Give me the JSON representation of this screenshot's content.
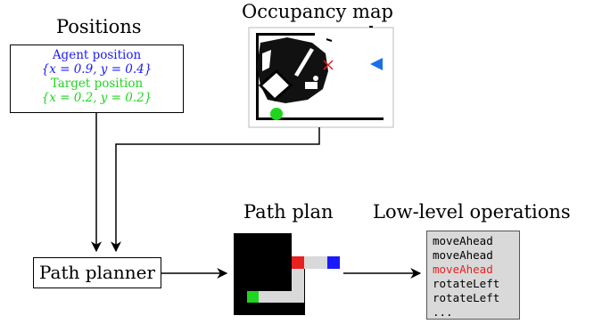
{
  "positions": {
    "title": "Positions",
    "agent_label": "Agent position",
    "agent_value": "{x = 0.9, y = 0.4}",
    "target_label": "Target position",
    "target_value": "{x = 0.2, y = 0.2}"
  },
  "occupancy_map": {
    "title": "Occupancy map"
  },
  "path_plan": {
    "title": "Path plan"
  },
  "path_planner": {
    "label": "Path planner"
  },
  "low_level": {
    "title": "Low-level operations",
    "operations": [
      "moveAhead",
      "moveAhead",
      "moveAhead",
      "rotateLeft",
      "rotateLeft",
      "..."
    ],
    "highlighted_index": 2
  },
  "colors": {
    "agent": "#1a1aff",
    "target": "#1fd51f",
    "highlight": "#e82020",
    "arrow_blue": "#1a6ee8",
    "ops_bg": "#d9d9d9"
  }
}
